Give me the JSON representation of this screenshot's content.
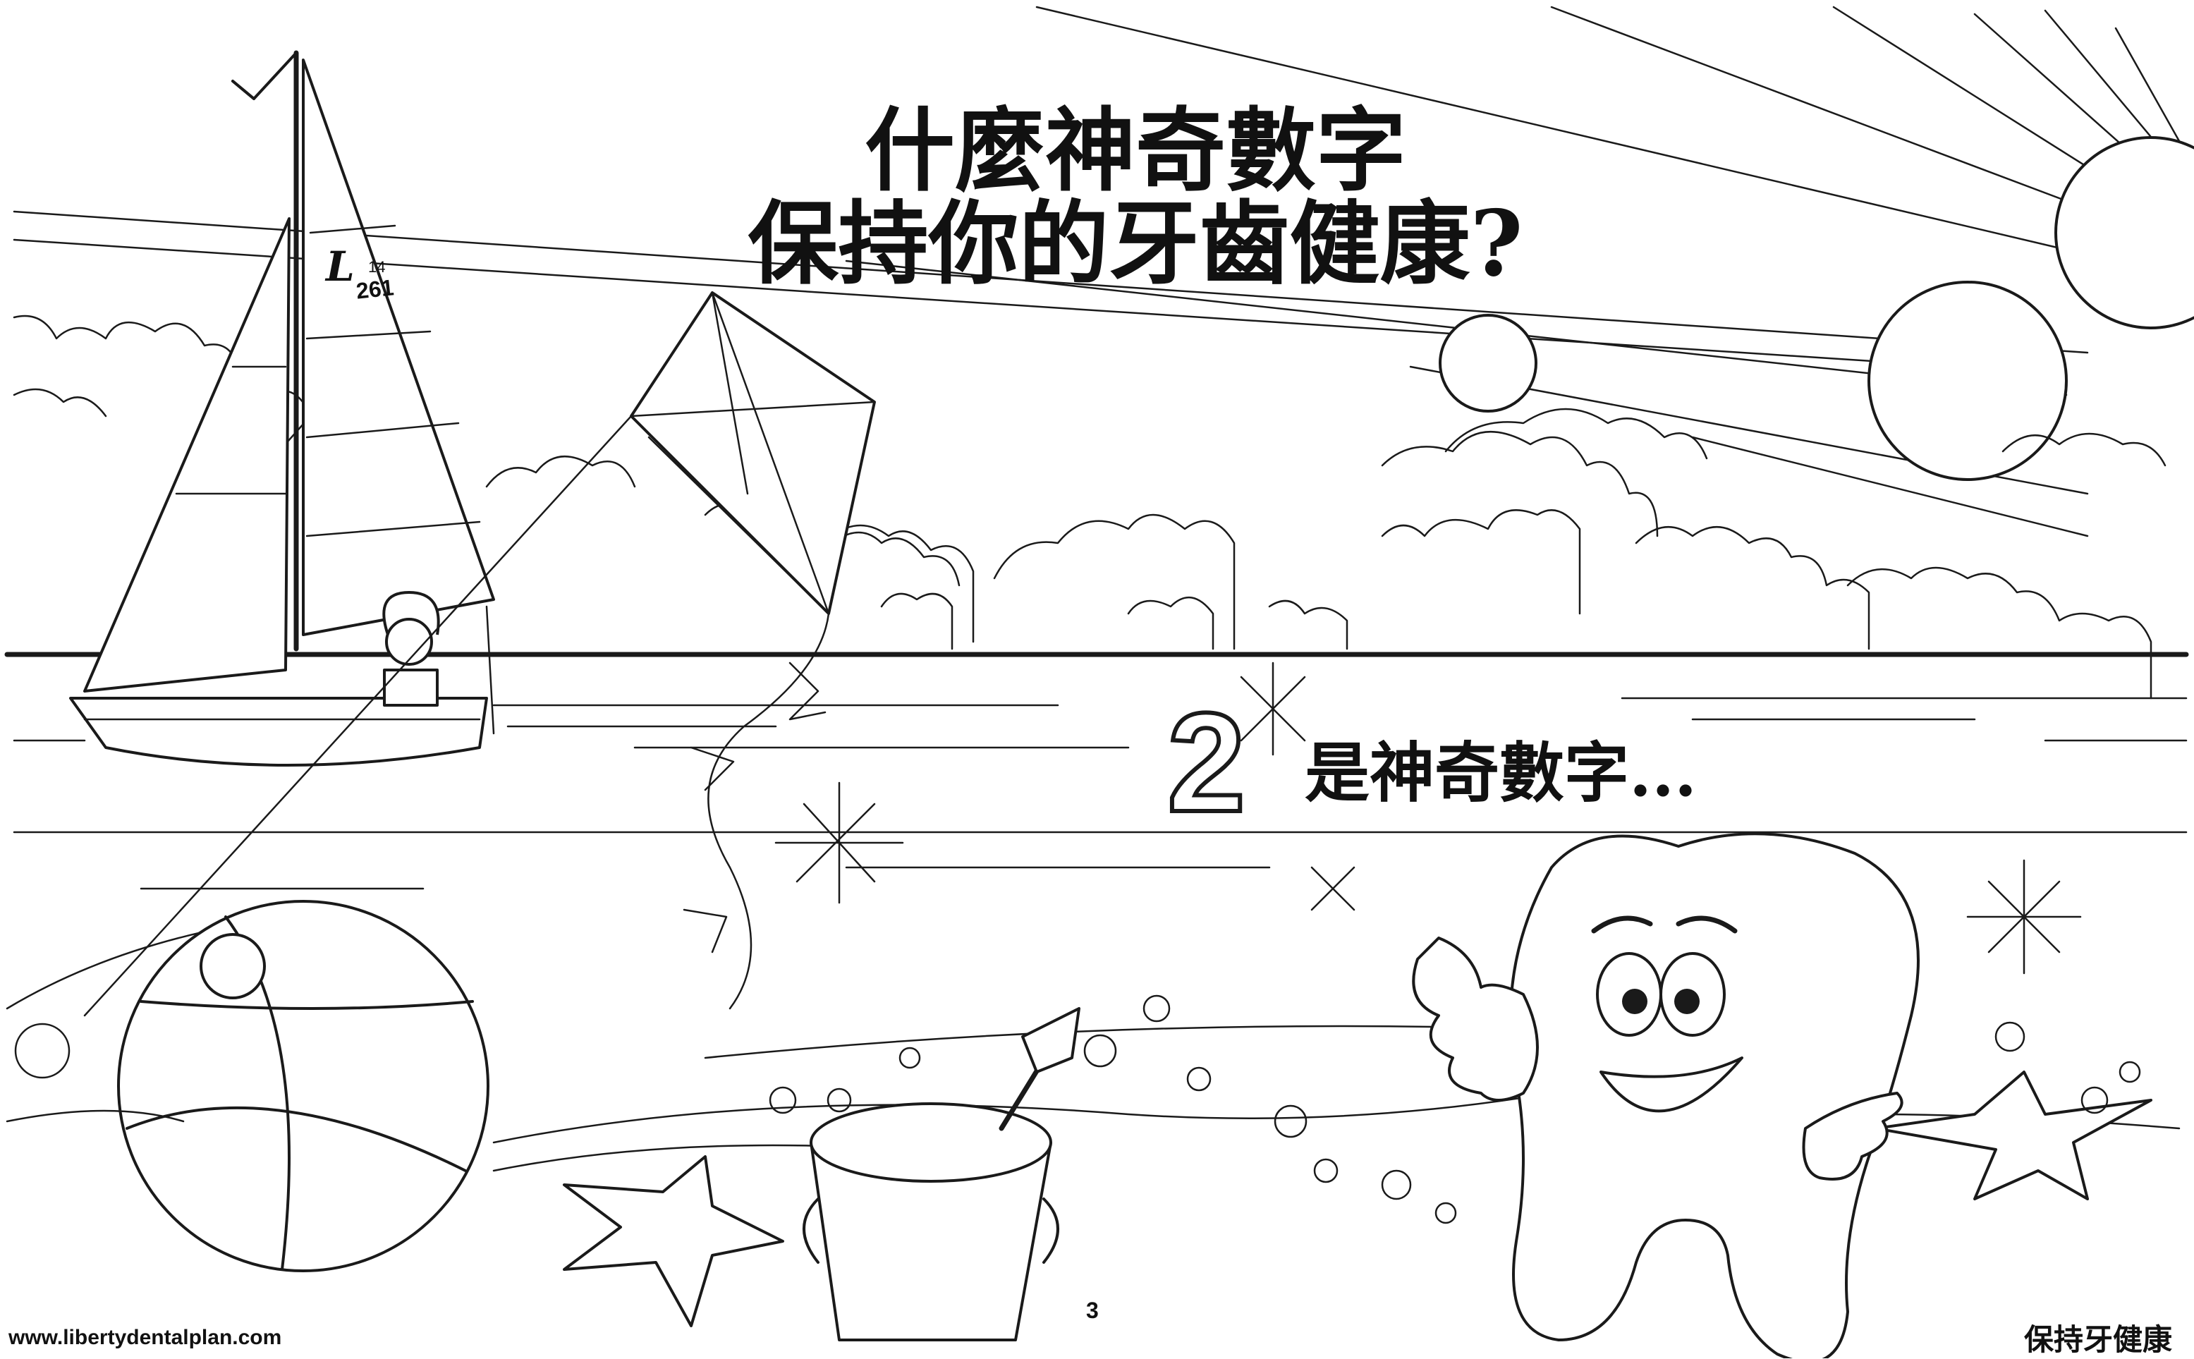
{
  "title": {
    "line1": "什麼神奇數字",
    "line2": "保持你的牙齒健康?"
  },
  "magic": {
    "number": "2",
    "caption": "是神奇數字..."
  },
  "sail": {
    "letter": "L",
    "class": "14",
    "number": "261"
  },
  "footer": {
    "url": "www.libertydentalplan.com",
    "page": "3",
    "tagline": "保持牙健康"
  },
  "colors": {
    "ink": "#1a1a1a",
    "paper": "#ffffff"
  }
}
